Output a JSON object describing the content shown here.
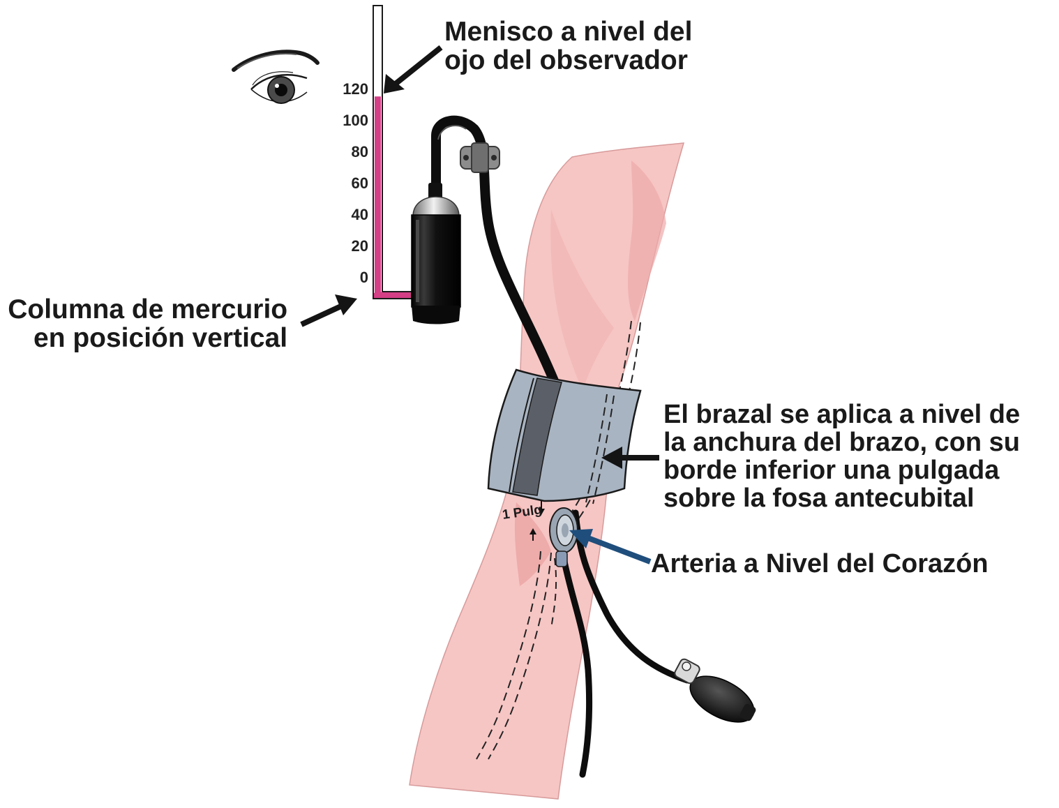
{
  "labels": {
    "meniscus": [
      "Menisco a nivel del",
      "ojo del observador"
    ],
    "mercury_column": [
      "Columna de mercurio",
      "en posición vertical"
    ],
    "cuff": [
      "El brazal se aplica a nivel de",
      "la anchura del brazo, con su",
      "borde inferior una pulgada",
      "sobre la fosa antecubital"
    ],
    "artery": "Arteria a Nivel del Corazón",
    "one_inch": "1 Pulg"
  },
  "scale": {
    "ticks": [
      "120",
      "100",
      "80",
      "60",
      "40",
      "20",
      "0"
    ]
  },
  "mercury_level": 115,
  "colors": {
    "mercury": "#d43f86",
    "skin": "#f6c6c4",
    "cuff": "#a9b4c2",
    "tube": "#0d0d0d",
    "arrow_black": "#141414",
    "arrow_blue": "#1f4e7c"
  },
  "icons": [
    "eye-icon",
    "stethoscope-icon",
    "inflation-bulb-icon",
    "mercury-reservoir-icon"
  ]
}
